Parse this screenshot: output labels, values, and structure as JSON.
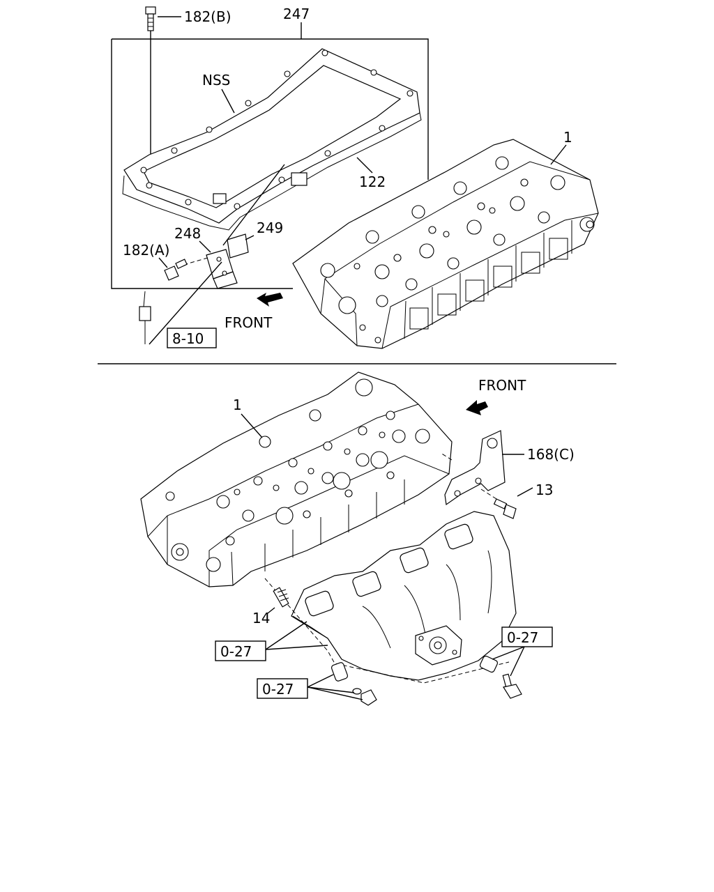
{
  "labels": {
    "bolt_182b": "182(B)",
    "cover_247": "247",
    "nss": "NSS",
    "gasket_122": "122",
    "head_1_top": "1",
    "bracket_248": "248",
    "plate_249": "249",
    "bolt_182a": "182(A)",
    "ref_8_10": "8-10",
    "front_top": "FRONT",
    "front_bottom": "FRONT",
    "head_1_bottom": "1",
    "bracket_168c": "168(C)",
    "bolt_13": "13",
    "stud_14": "14",
    "ref_0_27_left": "0-27",
    "ref_0_27_bottom": "0-27",
    "ref_0_27_right": "0-27"
  }
}
